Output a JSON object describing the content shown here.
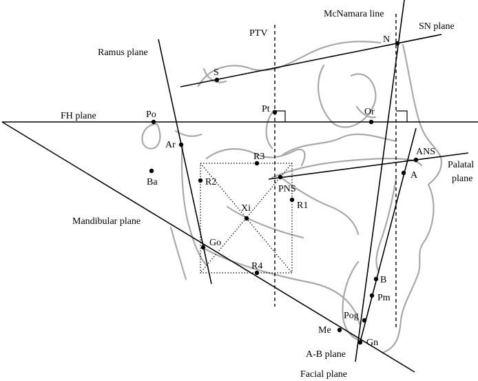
{
  "planes": {
    "mcnamara": "McNamara line",
    "sn": "SN plane",
    "ptv": "PTV",
    "ramus": "Ramus plane",
    "fh": "FH plane",
    "palatal_1": "Palatal",
    "palatal_2": "plane",
    "mandibular": "Mandibular plane",
    "ab": "A-B plane",
    "facial": "Facial plane"
  },
  "points": {
    "N": "N",
    "S": "S",
    "Pt": "Pt",
    "Po": "Po",
    "Or": "Or",
    "Ar": "Ar",
    "Ba": "Ba",
    "R3": "R3",
    "ANS": "ANS",
    "A": "A",
    "PNS": "PNS",
    "R1": "R1",
    "R2": "R2",
    "Xi": "Xi",
    "Go": "Go",
    "R4": "R4",
    "B": "B",
    "Pm": "Pm",
    "Pog": "Pog",
    "Me": "Me",
    "Gn": "Gn"
  }
}
